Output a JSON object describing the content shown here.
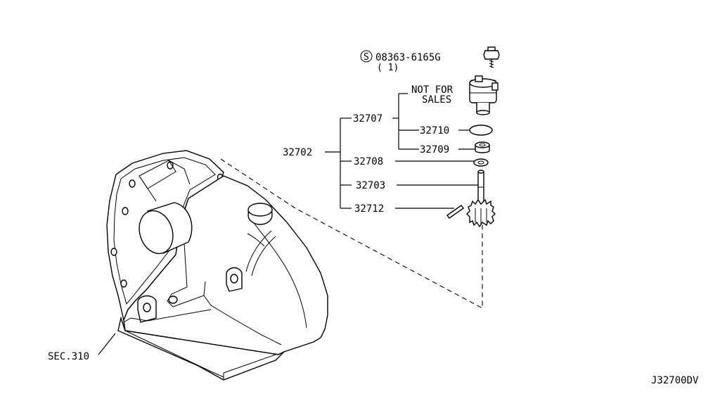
{
  "bolt": {
    "symbol": "S",
    "part_number": "08363-6165G",
    "quantity": "( 1)"
  },
  "not_for_sales": {
    "line1": "NOT FOR",
    "line2": "SALES"
  },
  "parts": {
    "assembly": "32702",
    "sensor": "32707",
    "o_ring": "32710",
    "sleeve": "32709",
    "washer": "32708",
    "shaft": "32703",
    "pin": "32712"
  },
  "section_ref": "SEC.310",
  "diagram_id": "J32700DV"
}
